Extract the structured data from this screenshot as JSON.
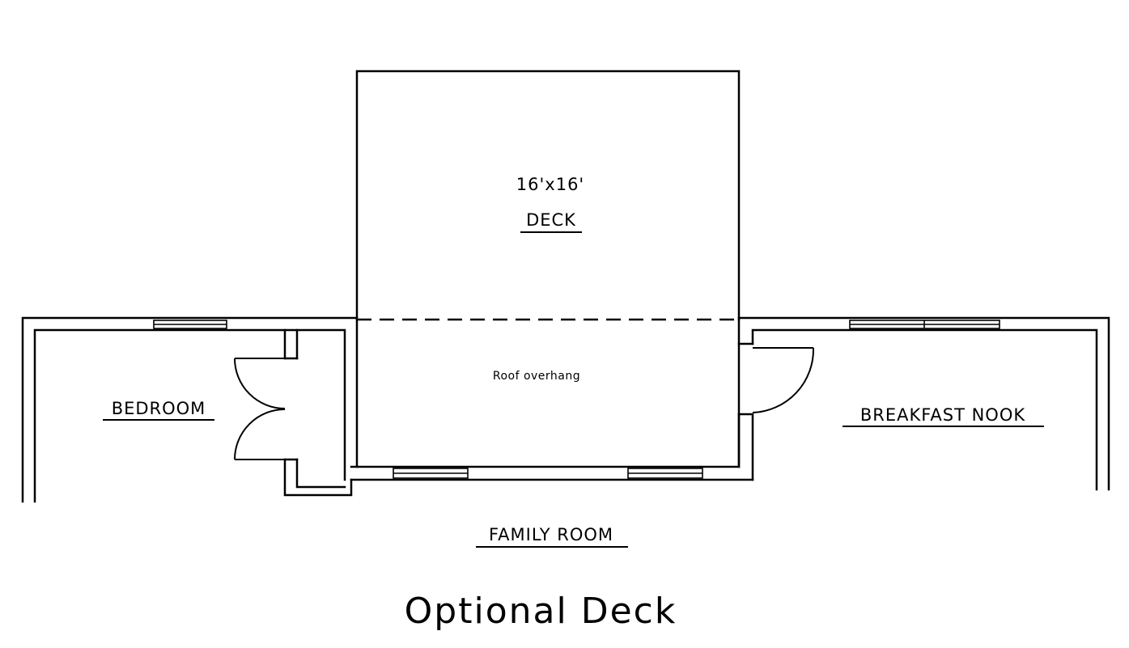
{
  "labels": {
    "deck_size": "16'x16'",
    "deck": "DECK",
    "roof_overhang": "Roof overhang",
    "bedroom": "BEDROOM",
    "breakfast_nook": "BREAKFAST NOOK",
    "family_room": "FAMILY ROOM",
    "title": "Optional Deck"
  }
}
